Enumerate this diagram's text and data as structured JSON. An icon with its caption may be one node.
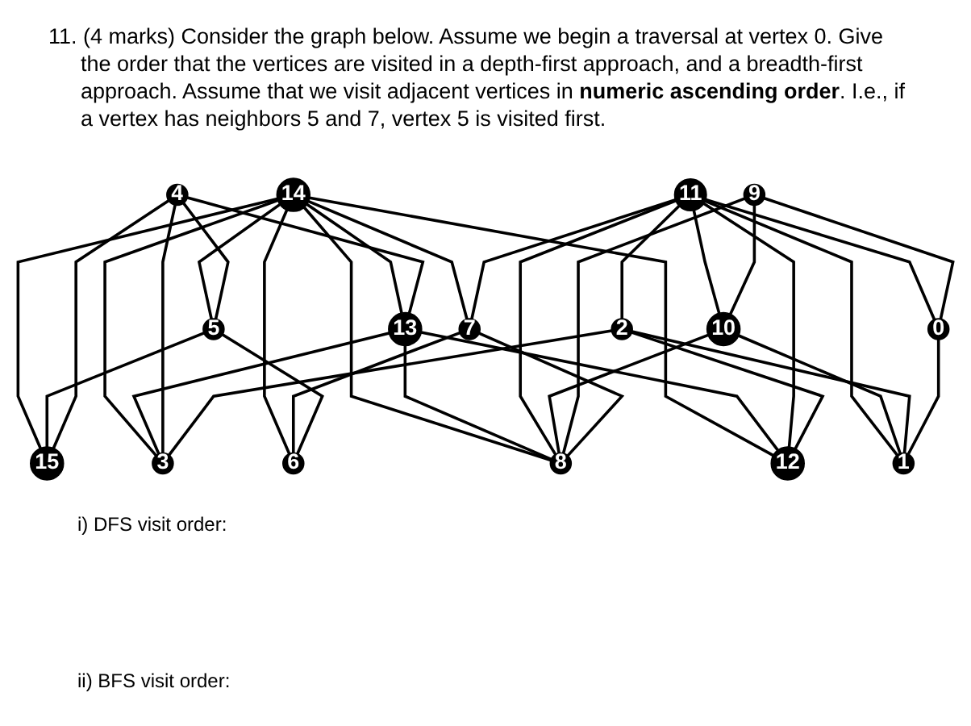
{
  "diagram": {
    "title": "11. (4 marks) Consider the graph below. Assume we begin a traversal at vertex 0. Give the order that the vertices are visited in a depth-first approach, and a breadth-first approach. Assume that we visit adjacent vertices in **numeric ascending order**. I.e., if a vertex has neighbors 5 and 7, vertex 5 is visited first.",
    "nodes": [
      {
        "text": [
          "0"
        ]
      },
      {
        "text": [
          "1"
        ]
      },
      {
        "text": [
          "2"
        ]
      },
      {
        "text": [
          "3"
        ]
      },
      {
        "text": [
          "4"
        ]
      },
      {
        "text": [
          "5"
        ]
      },
      {
        "text": [
          "6"
        ]
      },
      {
        "text": [
          "7"
        ]
      },
      {
        "text": [
          "8"
        ]
      },
      {
        "text": [
          "9"
        ]
      },
      {
        "text": [
          "10"
        ]
      },
      {
        "text": [
          "11"
        ]
      },
      {
        "text": [
          "12"
        ]
      },
      {
        "text": [
          "13"
        ]
      },
      {
        "text": [
          "14"
        ]
      },
      {
        "text": [
          "15"
        ]
      }
    ],
    "edges": [
      {
        "from": 0,
        "to": 1,
        "arrow": "none"
      },
      {
        "from": 9,
        "to": 0,
        "arrow": "none"
      },
      {
        "from": 11,
        "to": 0,
        "arrow": "none"
      },
      {
        "from": 2,
        "to": 1,
        "arrow": "none"
      },
      {
        "from": 10,
        "to": 1,
        "arrow": "none"
      },
      {
        "from": 11,
        "to": 1,
        "arrow": "none"
      },
      {
        "from": 2,
        "to": 3,
        "arrow": "none"
      },
      {
        "from": 11,
        "to": 2,
        "arrow": "none"
      },
      {
        "from": 2,
        "to": 12,
        "arrow": "none"
      },
      {
        "from": 4,
        "to": 3,
        "arrow": "none"
      },
      {
        "from": 13,
        "to": 3,
        "arrow": "none"
      },
      {
        "from": 14,
        "to": 3,
        "arrow": "none"
      },
      {
        "from": 4,
        "to": 5,
        "arrow": "none"
      },
      {
        "from": 4,
        "to": 13,
        "arrow": "none"
      },
      {
        "from": 4,
        "to": 15,
        "arrow": "none"
      },
      {
        "from": 5,
        "to": 6,
        "arrow": "none"
      },
      {
        "from": 14,
        "to": 5,
        "arrow": "none"
      },
      {
        "from": 5,
        "to": 15,
        "arrow": "none"
      },
      {
        "from": 7,
        "to": 6,
        "arrow": "none"
      },
      {
        "from": 14,
        "to": 6,
        "arrow": "none"
      },
      {
        "from": 7,
        "to": 8,
        "arrow": "none"
      },
      {
        "from": 11,
        "to": 7,
        "arrow": "none"
      },
      {
        "from": 14,
        "to": 7,
        "arrow": "none"
      },
      {
        "from": 9,
        "to": 8,
        "arrow": "none"
      },
      {
        "from": 10,
        "to": 8,
        "arrow": "none"
      },
      {
        "from": 11,
        "to": 8,
        "arrow": "none"
      },
      {
        "from": 13,
        "to": 8,
        "arrow": "none"
      },
      {
        "from": 14,
        "to": 8,
        "arrow": "none"
      },
      {
        "from": 9,
        "to": 10,
        "arrow": "none"
      },
      {
        "from": 11,
        "to": 10,
        "arrow": "none"
      },
      {
        "from": 11,
        "to": 12,
        "arrow": "none"
      },
      {
        "from": 13,
        "to": 12,
        "arrow": "none"
      },
      {
        "from": 14,
        "to": 12,
        "arrow": "none"
      },
      {
        "from": 14,
        "to": 13,
        "arrow": "none"
      },
      {
        "from": 14,
        "to": 15,
        "arrow": "none"
      }
    ],
    "labels": [
      "i) DFS visit order:",
      "ii) BFS visit order:"
    ]
  }
}
